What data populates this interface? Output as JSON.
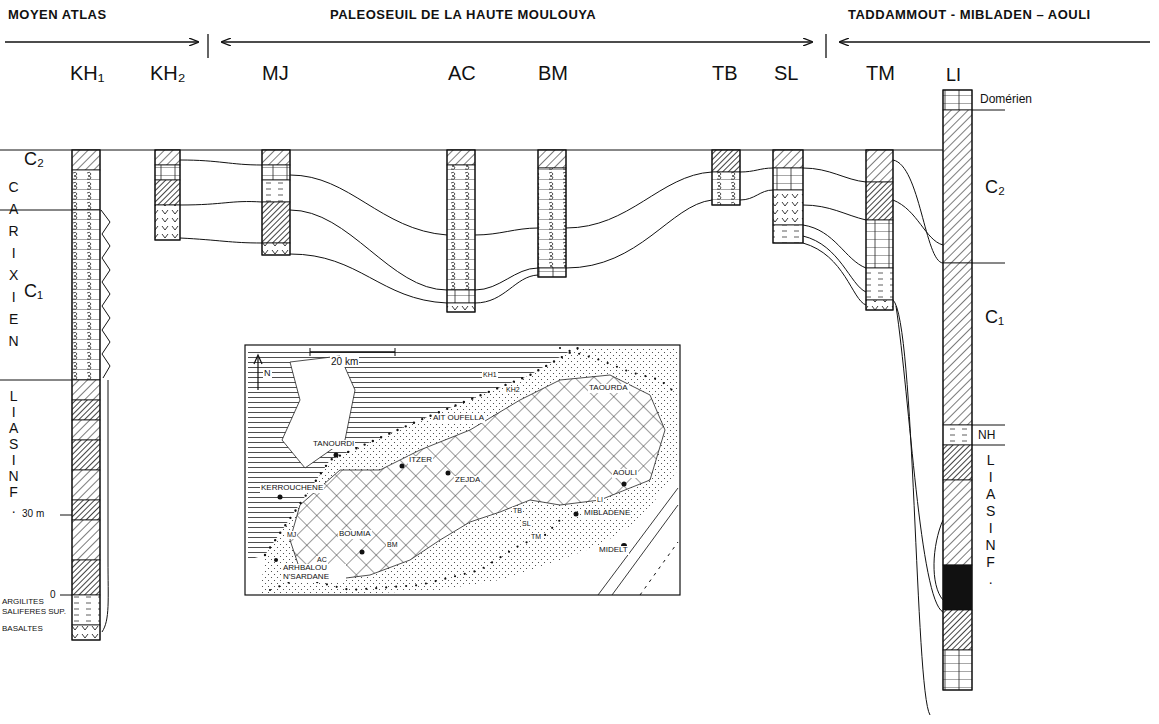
{
  "diagram": {
    "labels": [
      "MOYEN ATLAS",
      "PALEOSEUIL DE LA HAUTE MOULOUYA",
      "TADDAMMOUT - MIBLADEN – AOULI",
      "KH₁",
      "KH₂",
      "MJ",
      "AC",
      "BM",
      "TB",
      "SL",
      "TM",
      "LI",
      "Domérien",
      "C₂",
      "C₁",
      "NH",
      "L I A S I N F .",
      "C₂",
      "C A R I X I E N",
      "C₁",
      "L I A S I N F .",
      "30 m",
      "0",
      "ARGILITES",
      "SALIFERES SUP.",
      "BASALTES",
      "20 km",
      "N",
      "KH1",
      "KH2",
      "TAOURDA",
      "AIT OUFELLA",
      "TANOURDI",
      "ITZER",
      "ZEJDA",
      "AOULI",
      "KERROUCHENE",
      "BOUMIA",
      "LI",
      "MIBLADENE",
      "TB",
      "SL",
      "TM",
      "MIDELT",
      "MJ",
      "AC",
      "BM",
      "ARHBALOU N'SARDANE"
    ]
  }
}
